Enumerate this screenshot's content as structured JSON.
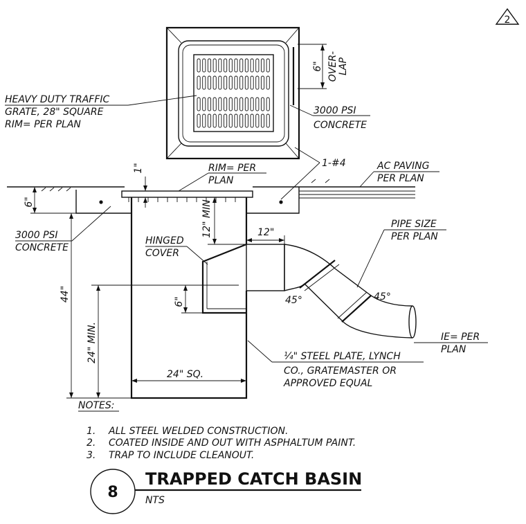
{
  "sheet": {
    "revision_mark": "2",
    "detail_number": "8",
    "title": "TRAPPED CATCH BASIN",
    "scale_note": "NTS"
  },
  "callouts": {
    "grate_line1": "HEAVY DUTY TRAFFIC",
    "grate_line2": "GRATE, 28\" SQUARE",
    "grate_line3": "RIM= PER PLAN",
    "concrete_plan_line1": "3000 PSI",
    "concrete_plan_line2": "CONCRETE",
    "rebar": "1-#4",
    "ac_paving_line1": "AC PAVING",
    "ac_paving_line2": "PER PLAN",
    "rim_line1": "RIM= PER",
    "rim_line2": "PLAN",
    "concrete_section_line1": "3000 PSI",
    "concrete_section_line2": "CONCRETE",
    "hinged_cover_line1": "HINGED",
    "hinged_cover_line2": "COVER",
    "pipe_size_line1": "PIPE SIZE",
    "pipe_size_line2": "PER PLAN",
    "ie_line1": "IE= PER",
    "ie_line2": "PLAN",
    "plate_line1": "¼\" STEEL PLATE, LYNCH",
    "plate_line2": "CO., GRATEMASTER OR",
    "plate_line3": "APPROVED EQUAL"
  },
  "dimensions": {
    "overlap_value": "6\"",
    "overlap_word1": "OVER-",
    "overlap_word2": "LAP",
    "one_inch": "1\"",
    "six_inch_slab": "6\"",
    "twelve_min": "12\" MIN",
    "twelve_pipe": "12\"",
    "six_inch_trap": "6\"",
    "forty_four": "44\"",
    "twenty_four_min": "24\" MIN.",
    "twenty_four_sq": "24\" SQ.",
    "angle_left": "45°",
    "angle_right": "45°"
  },
  "notes": {
    "heading": "NOTES:",
    "items": [
      {
        "num": "1.",
        "text": "ALL STEEL WELDED CONSTRUCTION."
      },
      {
        "num": "2.",
        "text": "COATED INSIDE AND OUT WITH ASPHALTUM PAINT."
      },
      {
        "num": "3.",
        "text": "TRAP TO INCLUDE CLEANOUT."
      }
    ]
  }
}
